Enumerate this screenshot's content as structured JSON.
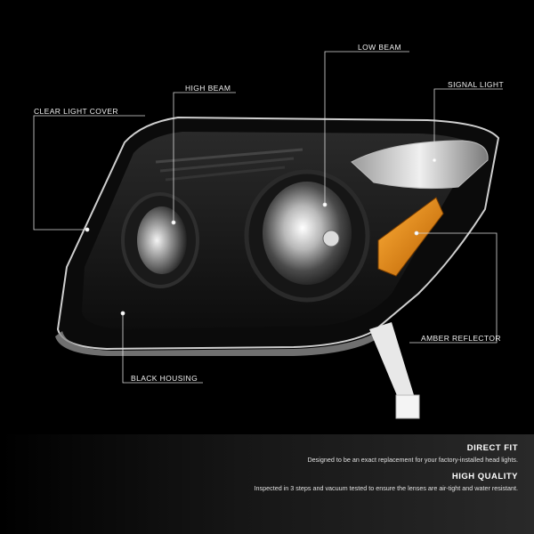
{
  "labels": {
    "clear_light_cover": "CLEAR LIGHT COVER",
    "high_beam": "HIGH BEAM",
    "low_beam": "LOW BEAM",
    "signal_light": "SIGNAL LIGHT",
    "amber_reflector": "AMBER REFLECTOR",
    "black_housing": "BLACK HOUSING"
  },
  "footer": {
    "direct_fit_title": "DIRECT FIT",
    "direct_fit_text": "Designed to be an exact replacement for your factory-installed head lights.",
    "high_quality_title": "HIGH QUALITY",
    "high_quality_text": "Inspected in 3 steps and vacuum tested to ensure the lenses are air-tight and water resistant."
  },
  "colors": {
    "background": "#000000",
    "amber": "#e58a10",
    "housing": "#151515",
    "chrome": "#d8d8d8"
  }
}
